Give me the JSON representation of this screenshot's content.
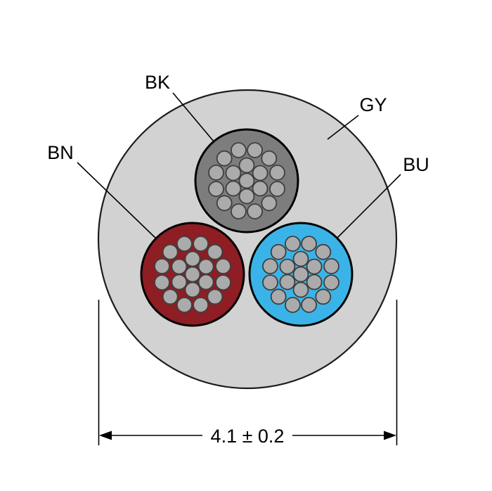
{
  "diagram": {
    "title": "cable-cross-section",
    "labels": {
      "bk": "BK",
      "gy": "GY",
      "bn": "BN",
      "bu": "BU"
    },
    "dimension_text": "4.1 ± 0.2",
    "colors": {
      "jacket": "#d2d2d2",
      "bk_insulation": "#7d7d7d",
      "bn_insulation": "#8e1d24",
      "bu_insulation": "#3ab4e8",
      "strand_fill": "#ababab",
      "strand_outline": "#3f3f3f"
    }
  }
}
